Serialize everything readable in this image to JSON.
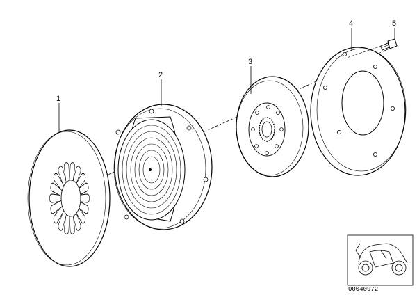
{
  "parts": [
    {
      "label": "1",
      "name": "diaphragm-spring"
    },
    {
      "label": "2",
      "name": "pressure-plate"
    },
    {
      "label": "3",
      "name": "clutch-disc"
    },
    {
      "label": "4",
      "name": "flywheel-ring"
    },
    {
      "label": "5",
      "name": "bolt"
    }
  ],
  "thumbnail": {
    "code": "00040972"
  }
}
